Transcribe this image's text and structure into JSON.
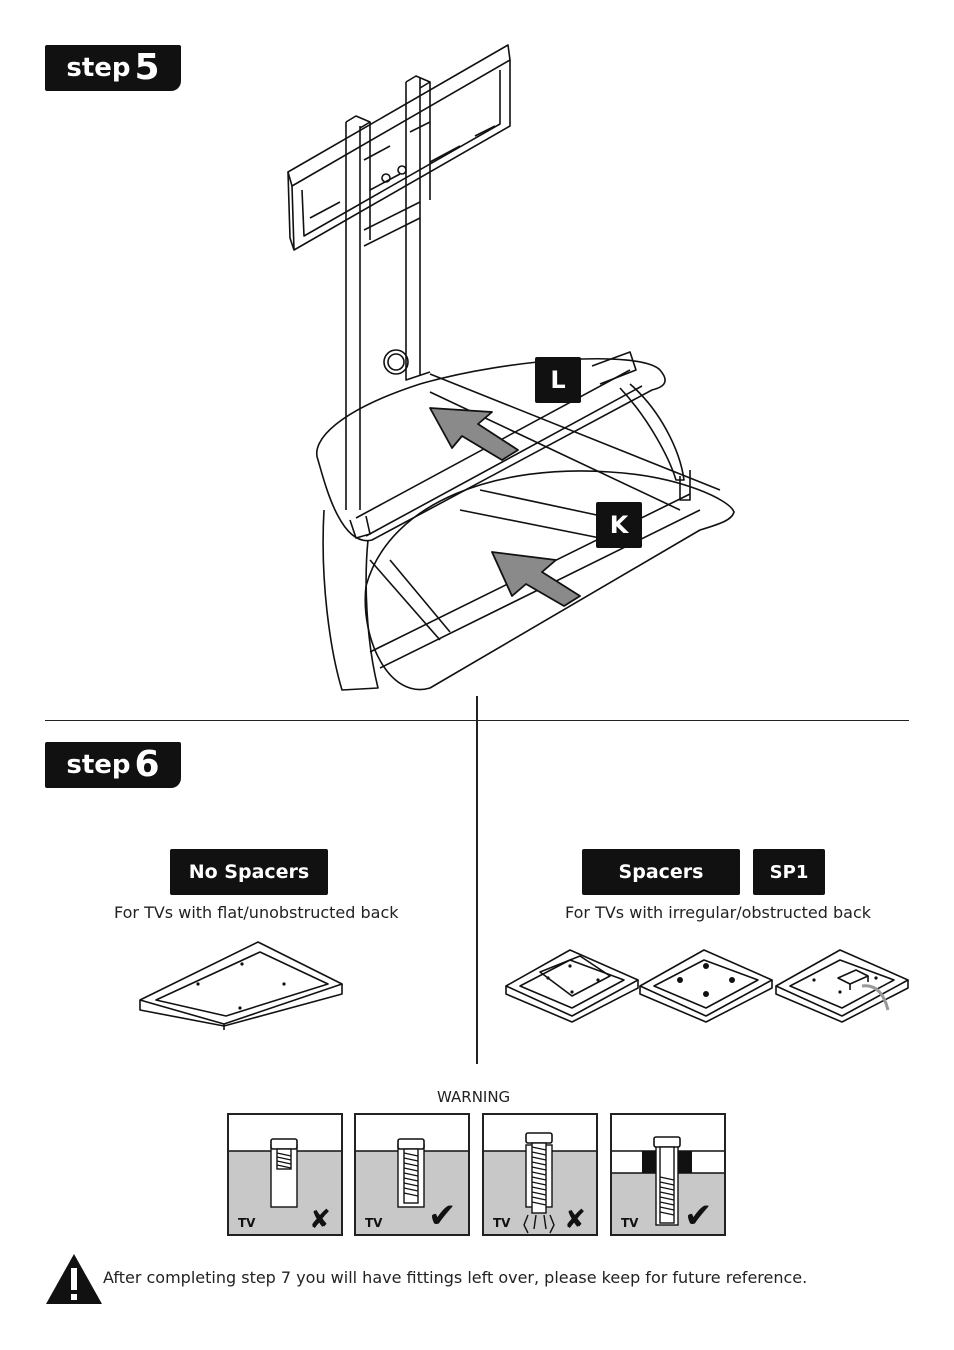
{
  "step5": {
    "word": "step",
    "number": "5",
    "part_labels": [
      "L",
      "K"
    ]
  },
  "step6": {
    "word": "step",
    "number": "6",
    "no_spacers": {
      "title": "No Spacers",
      "caption": "For TVs with flat/unobstructed back"
    },
    "spacers": {
      "title": "Spacers",
      "code": "SP1",
      "caption": "For TVs with irregular/obstructed back"
    }
  },
  "warning": {
    "title": "WARNING",
    "panels": [
      {
        "label": "TV",
        "verdict": "wrong"
      },
      {
        "label": "TV",
        "verdict": "correct"
      },
      {
        "label": "TV",
        "verdict": "wrong"
      },
      {
        "label": "TV",
        "verdict": "correct"
      }
    ]
  },
  "footer_note": "After completing step 7 you will have fittings left over, please keep for future reference.",
  "colors": {
    "badge": "#111111",
    "arrow": "#8a8a8a",
    "tv_fill": "#c8c8c8"
  }
}
